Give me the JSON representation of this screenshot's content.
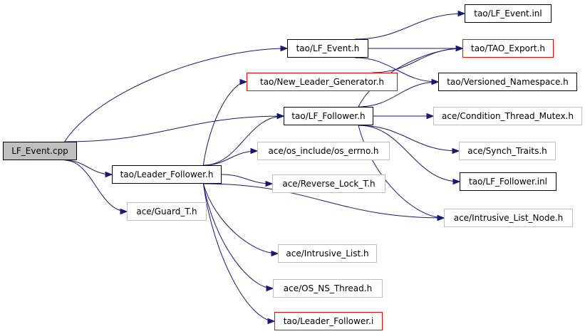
{
  "colors": {
    "edge": "#191970",
    "root_fill": "#bfbfbf",
    "missing_border": "#bfbfbf",
    "red_border": "#ff0000",
    "border": "#000000"
  },
  "nodes": [
    {
      "id": "lf_event_cpp",
      "label": "LF_Event.cpp",
      "style": "root"
    },
    {
      "id": "tao_lf_event_h",
      "label": "tao/LF_Event.h",
      "style": "normal"
    },
    {
      "id": "tao_lf_event_inl",
      "label": "tao/LF_Event.inl",
      "style": "normal"
    },
    {
      "id": "tao_tao_export_h",
      "label": "tao/TAO_Export.h",
      "style": "red"
    },
    {
      "id": "tao_new_leader_generator_h",
      "label": "tao/New_Leader_Generator.h",
      "style": "red"
    },
    {
      "id": "tao_versioned_namespace_h",
      "label": "tao/Versioned_Namespace.h",
      "style": "normal"
    },
    {
      "id": "tao_lf_follower_h",
      "label": "tao/LF_Follower.h",
      "style": "normal"
    },
    {
      "id": "ace_condition_thread_mutex_h",
      "label": "ace/Condition_Thread_Mutex.h",
      "style": "ext"
    },
    {
      "id": "ace_synch_traits_h",
      "label": "ace/Synch_Traits.h",
      "style": "ext"
    },
    {
      "id": "ace_os_errno_h",
      "label": "ace/os_include/os_errno.h",
      "style": "ext"
    },
    {
      "id": "tao_leader_follower_h",
      "label": "tao/Leader_Follower.h",
      "style": "normal"
    },
    {
      "id": "tao_lf_follower_inl",
      "label": "tao/LF_Follower.inl",
      "style": "normal"
    },
    {
      "id": "ace_reverse_lock_t_h",
      "label": "ace/Reverse_Lock_T.h",
      "style": "ext"
    },
    {
      "id": "ace_guard_t_h",
      "label": "ace/Guard_T.h",
      "style": "ext"
    },
    {
      "id": "ace_intrusive_list_node_h",
      "label": "ace/Intrusive_List_Node.h",
      "style": "ext"
    },
    {
      "id": "ace_intrusive_list_h",
      "label": "ace/Intrusive_List.h",
      "style": "ext"
    },
    {
      "id": "ace_os_ns_thread_h",
      "label": "ace/OS_NS_Thread.h",
      "style": "ext"
    },
    {
      "id": "tao_leader_follower_i",
      "label": "tao/Leader_Follower.i",
      "style": "red"
    }
  ],
  "edges": [
    [
      "lf_event_cpp",
      "tao_lf_event_h"
    ],
    [
      "lf_event_cpp",
      "tao_lf_follower_h"
    ],
    [
      "lf_event_cpp",
      "tao_leader_follower_h"
    ],
    [
      "lf_event_cpp",
      "ace_guard_t_h"
    ],
    [
      "tao_lf_event_h",
      "tao_lf_event_inl"
    ],
    [
      "tao_lf_event_h",
      "tao_tao_export_h"
    ],
    [
      "tao_lf_event_h",
      "tao_versioned_namespace_h"
    ],
    [
      "tao_new_leader_generator_h",
      "tao_tao_export_h"
    ],
    [
      "tao_lf_follower_h",
      "tao_tao_export_h"
    ],
    [
      "tao_lf_follower_h",
      "tao_versioned_namespace_h"
    ],
    [
      "tao_lf_follower_h",
      "ace_condition_thread_mutex_h"
    ],
    [
      "tao_lf_follower_h",
      "ace_synch_traits_h"
    ],
    [
      "tao_lf_follower_h",
      "tao_lf_follower_inl"
    ],
    [
      "tao_lf_follower_h",
      "ace_intrusive_list_node_h"
    ],
    [
      "tao_leader_follower_h",
      "tao_new_leader_generator_h"
    ],
    [
      "tao_leader_follower_h",
      "tao_lf_follower_h"
    ],
    [
      "tao_leader_follower_h",
      "ace_os_errno_h"
    ],
    [
      "tao_leader_follower_h",
      "ace_reverse_lock_t_h"
    ],
    [
      "tao_leader_follower_h",
      "ace_intrusive_list_node_h"
    ],
    [
      "tao_leader_follower_h",
      "ace_intrusive_list_h"
    ],
    [
      "tao_leader_follower_h",
      "ace_os_ns_thread_h"
    ],
    [
      "tao_leader_follower_h",
      "tao_leader_follower_i"
    ]
  ]
}
